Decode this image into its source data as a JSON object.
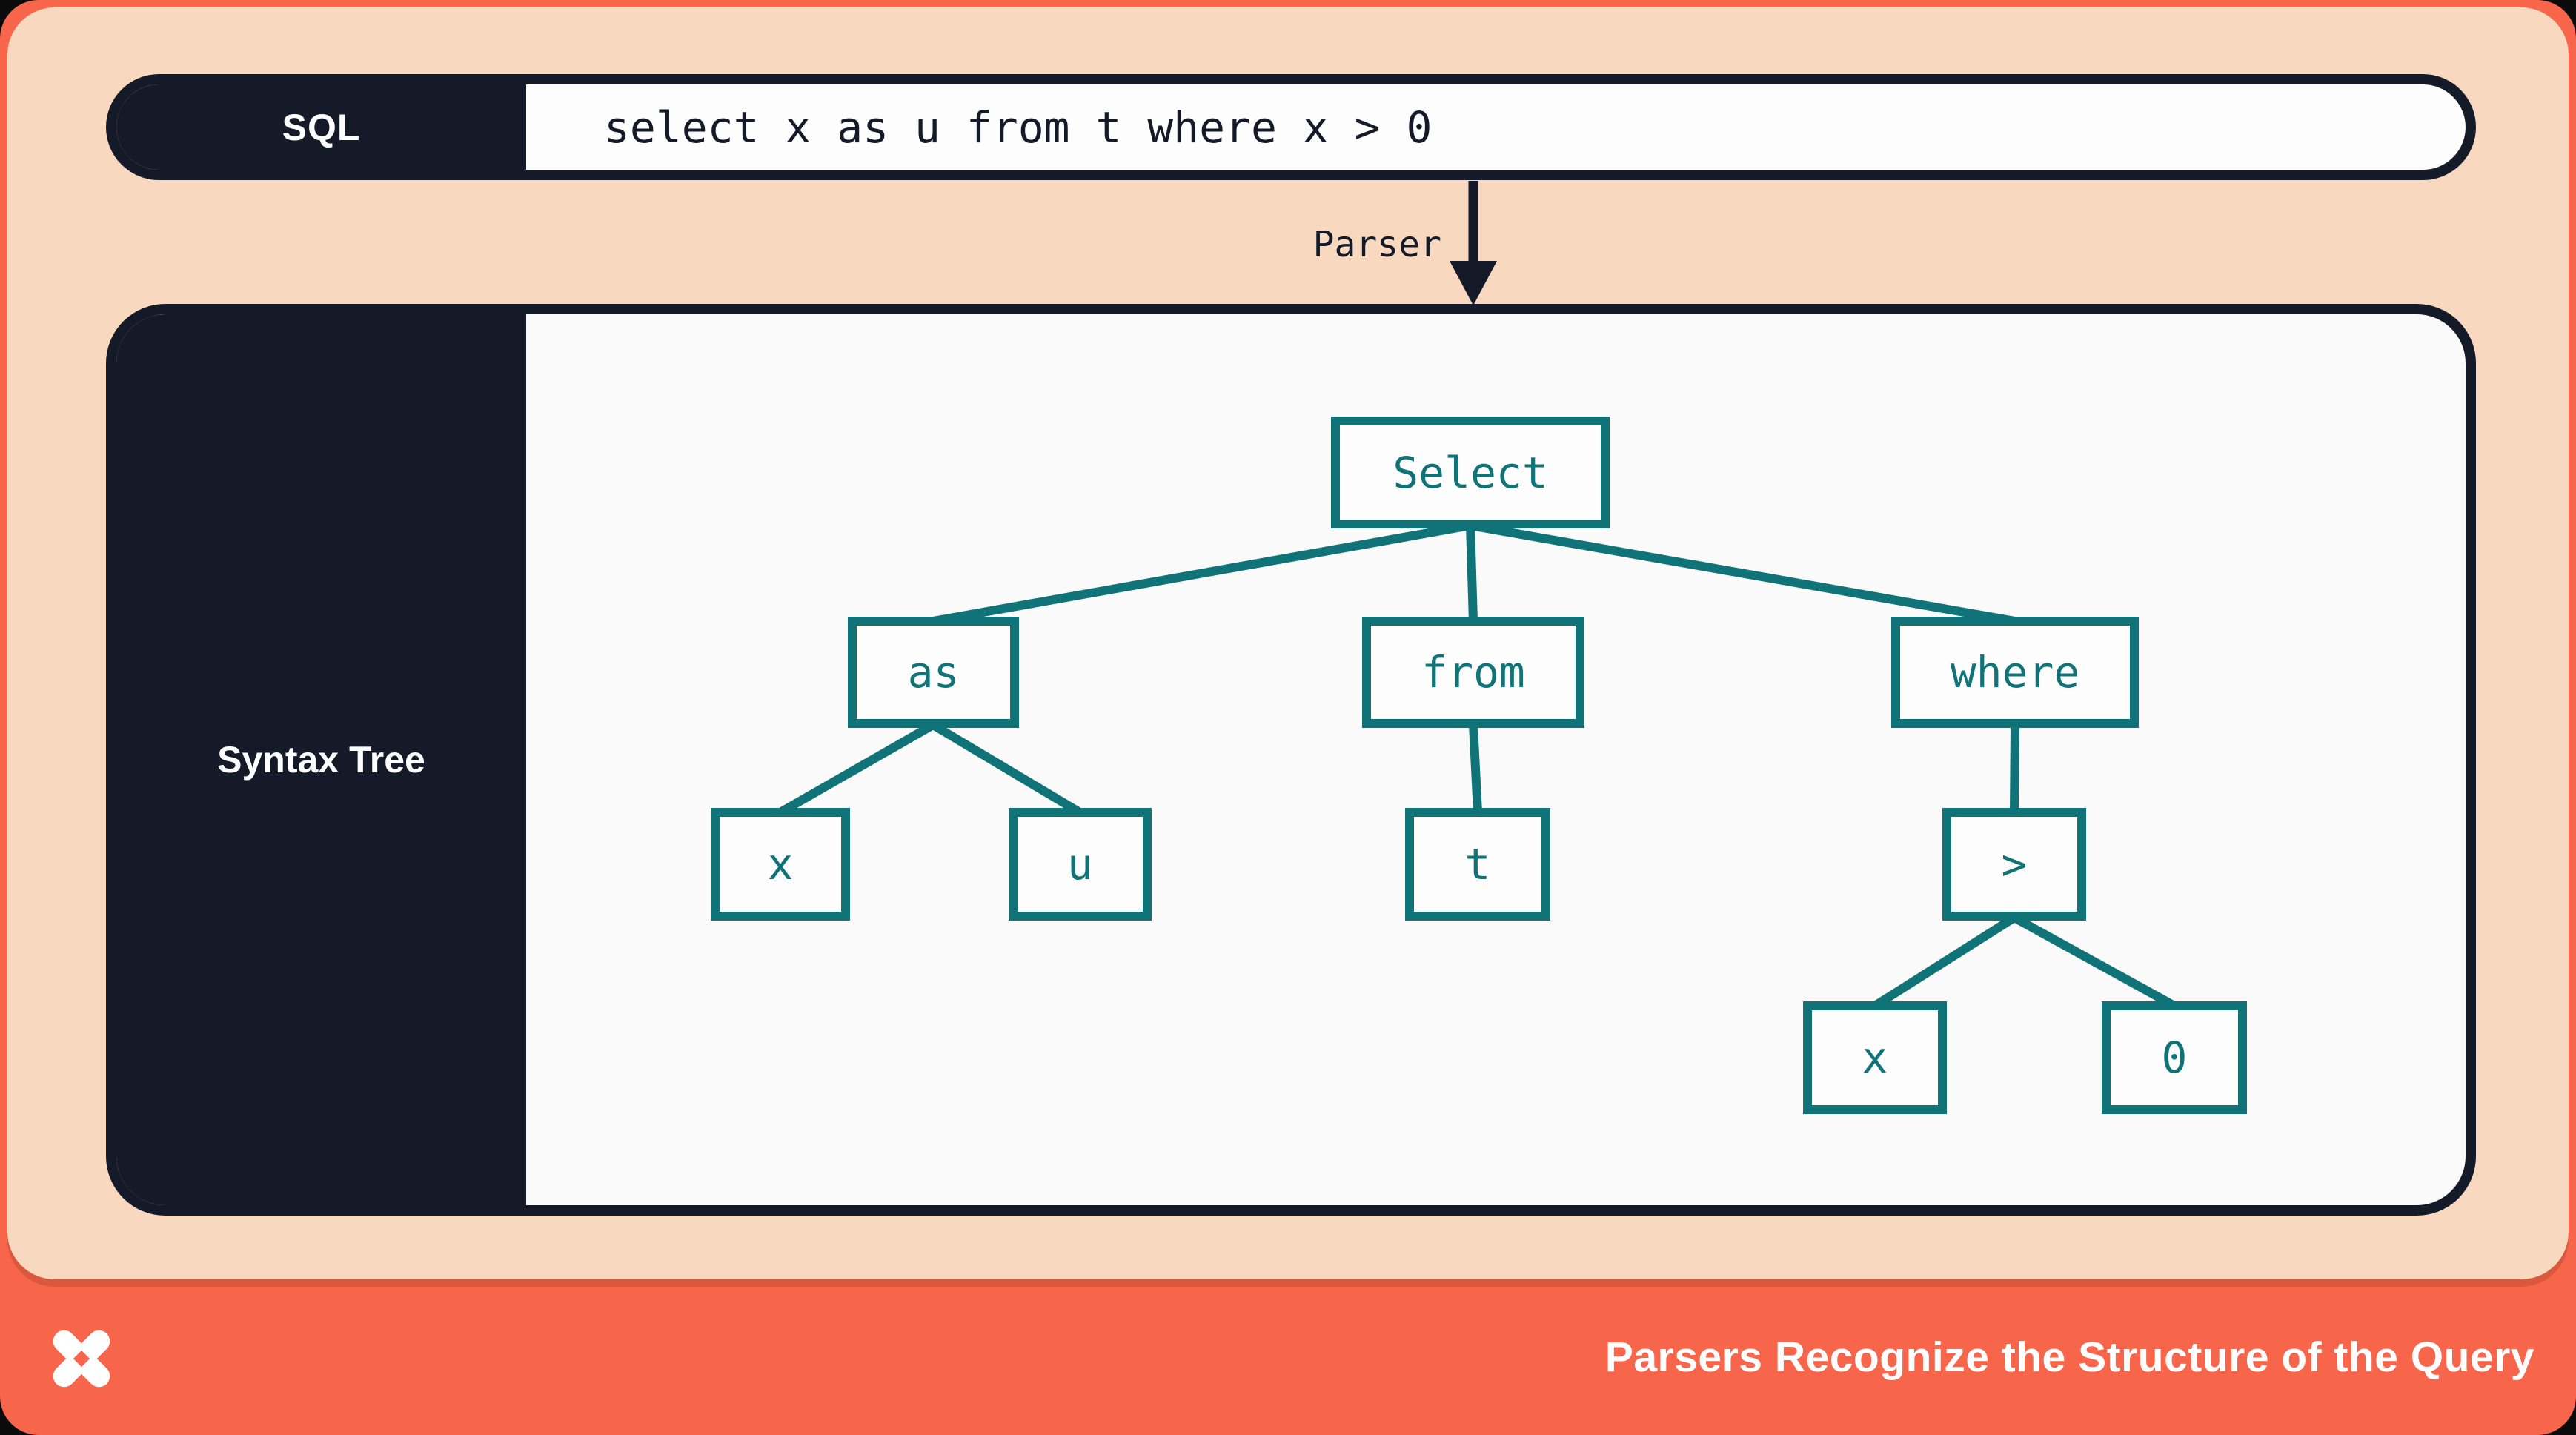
{
  "sql_bar": {
    "label": "SQL",
    "query": "select x as u from t where x > 0"
  },
  "parser": {
    "label": "Parser"
  },
  "syntax_tree": {
    "label": "Syntax Tree",
    "nodes": [
      {
        "id": "select",
        "label": "Select"
      },
      {
        "id": "as",
        "label": "as"
      },
      {
        "id": "from",
        "label": "from"
      },
      {
        "id": "where",
        "label": "where"
      },
      {
        "id": "x1",
        "label": "x"
      },
      {
        "id": "u",
        "label": "u"
      },
      {
        "id": "t",
        "label": "t"
      },
      {
        "id": "gt",
        "label": ">"
      },
      {
        "id": "x2",
        "label": "x"
      },
      {
        "id": "zero",
        "label": "0"
      }
    ],
    "edges": [
      [
        "Select",
        "as"
      ],
      [
        "Select",
        "from"
      ],
      [
        "Select",
        "where"
      ],
      [
        "as",
        "x"
      ],
      [
        "as",
        "u"
      ],
      [
        "from",
        "t"
      ],
      [
        "where",
        ">"
      ],
      [
        ">",
        "x"
      ],
      [
        ">",
        "0"
      ]
    ]
  },
  "footer": {
    "title": "Parsers Recognize the Structure of the Query",
    "logo": "dolt-logo"
  },
  "colors": {
    "frame_orange": "#f7664a",
    "slide_peach": "#f8d9c0",
    "navy": "#141a28",
    "node_teal": "#0f7377",
    "panel_white": "#fafafa",
    "text_white": "#fdfdfd"
  }
}
